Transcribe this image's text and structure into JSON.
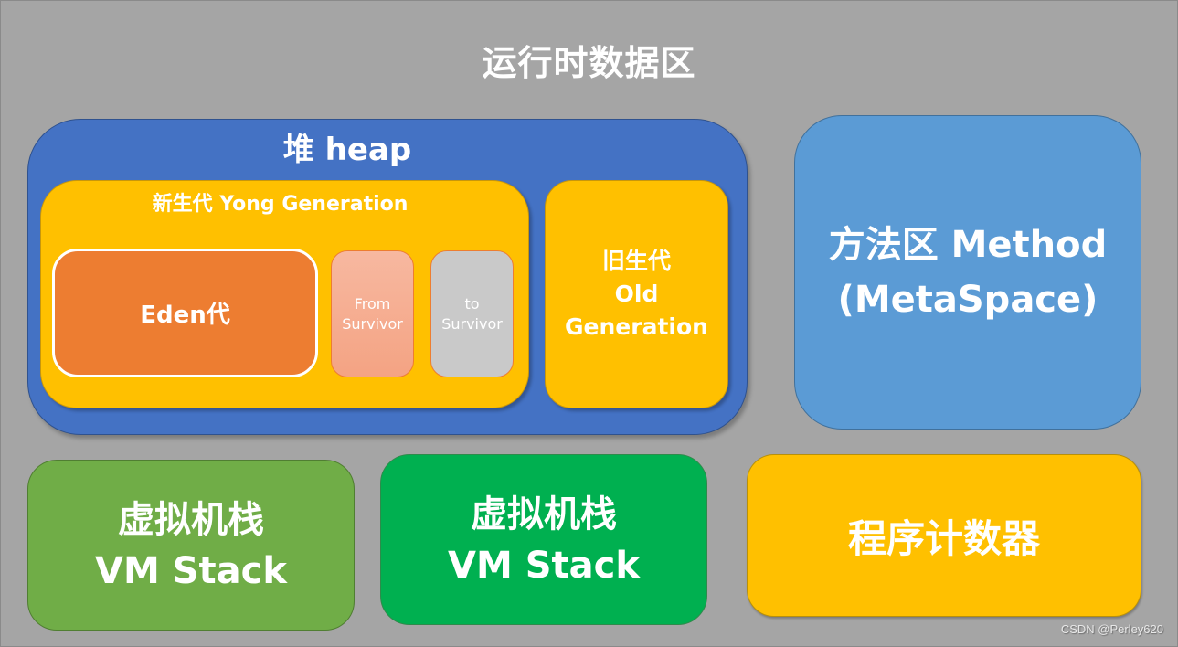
{
  "title": "运行时数据区",
  "heap": {
    "title": "堆 heap",
    "young_generation": {
      "title": "新生代 Yong Generation",
      "eden": "Eden代",
      "from_survivor": [
        "From",
        "Survivor"
      ],
      "to_survivor": [
        "to",
        "Survivor"
      ]
    },
    "old_generation": [
      "旧生代",
      "Old",
      "Generation"
    ]
  },
  "method_area": [
    "方法区 Method",
    "(MetaSpace)"
  ],
  "vm_stack_1": [
    "虚拟机栈",
    "VM Stack"
  ],
  "vm_stack_2": [
    "虚拟机栈",
    "VM Stack"
  ],
  "program_counter": "程序计数器",
  "watermark": "CSDN @Perley620",
  "colors": {
    "background": "#a5a5a5",
    "heap": "#4472c4",
    "young_generation": "#ffc000",
    "eden": "#ed7d31",
    "from_survivor": "#f4a383",
    "to_survivor": "#c9c9c9",
    "old_generation": "#ffc000",
    "method_area": "#5b9bd5",
    "vm_stack_1": "#70ad47",
    "vm_stack_2": "#00b050",
    "program_counter": "#ffc000"
  }
}
